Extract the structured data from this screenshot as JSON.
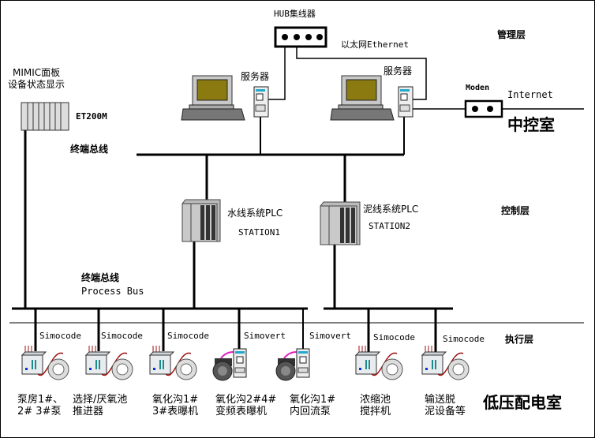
{
  "layers": {
    "management": "管理层",
    "control": "控制层",
    "execution": "执行层"
  },
  "rooms": {
    "central_control": "中控室",
    "low_voltage": "低压配电室"
  },
  "network": {
    "hub": "HUB集线器",
    "ethernet": "以太网Ethernet",
    "server1": "服务器",
    "server2": "服务器",
    "modem": "Moden",
    "internet": "Internet",
    "terminal_bus_top": "终端总线",
    "terminal_bus_bottom": "终端总线",
    "process_bus": "Process Bus"
  },
  "mimic": {
    "line1": "MIMIC面板",
    "line2": "设备状态显示",
    "device": "ET200M"
  },
  "plc": [
    {
      "name": "水线系统PLC",
      "station": "STATION1"
    },
    {
      "name": "泥线系统PLC",
      "station": "STATION2"
    }
  ],
  "drives": [
    {
      "type": "Simocode",
      "line1": "泵房1#、",
      "line2": "2# 3#泵"
    },
    {
      "type": "Simocode",
      "line1": "选择/厌氧池",
      "line2": "推进器"
    },
    {
      "type": "Simocode",
      "line1": "氧化沟1#",
      "line2": "3#表曝机"
    },
    {
      "type": "Simovert",
      "line1": "氧化沟2#4#",
      "line2": "变频表曝机"
    },
    {
      "type": "Simovert",
      "line1": "氧化沟1#",
      "line2": "内回流泵"
    },
    {
      "type": "Simocode",
      "line1": "浓缩池",
      "line2": "搅拌机"
    },
    {
      "type": "Simocode",
      "line1": "输送脱",
      "line2": "泥设备等"
    }
  ]
}
